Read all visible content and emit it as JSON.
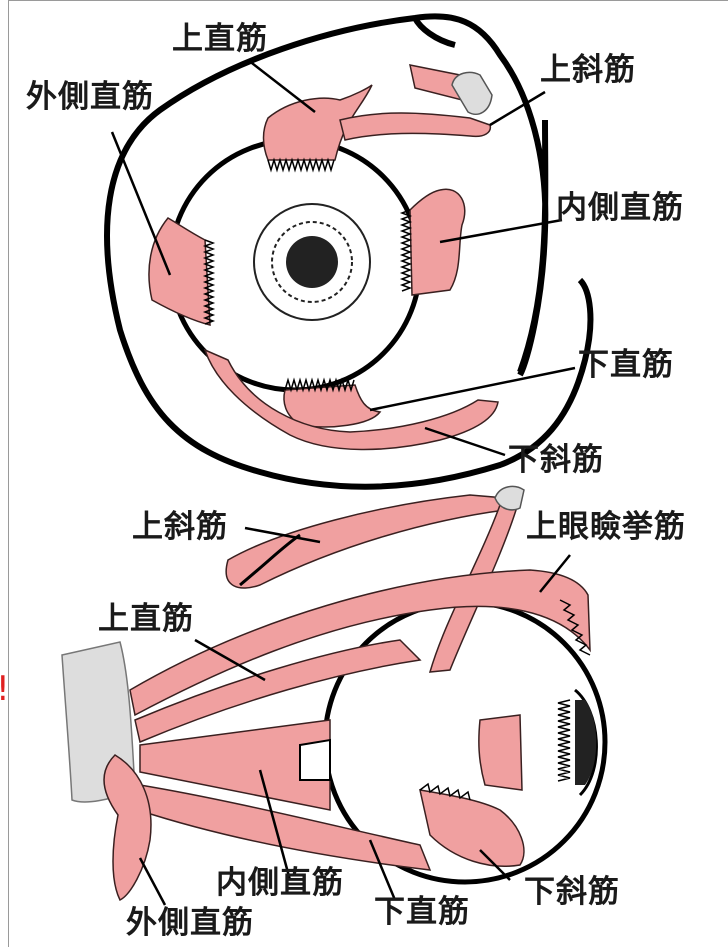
{
  "figure": {
    "front_view": {
      "labels": {
        "superior_rectus": "上直筋",
        "lateral_rectus": "外側直筋",
        "superior_oblique": "上斜筋",
        "medial_rectus": "内側直筋",
        "inferior_rectus": "下直筋",
        "inferior_oblique": "下斜筋"
      }
    },
    "side_view": {
      "labels": {
        "superior_oblique": "上斜筋",
        "levator_palpebrae": "上眼瞼挙筋",
        "superior_rectus": "上直筋",
        "medial_rectus": "内側直筋",
        "lateral_rectus": "外側直筋",
        "inferior_rectus": "下直筋",
        "inferior_oblique": "下斜筋"
      }
    },
    "edge_mark": "!"
  },
  "colors": {
    "muscle": "#f0a0a0",
    "outline": "#000000",
    "trochlea": "#dddddd",
    "pupil": "#222222"
  }
}
